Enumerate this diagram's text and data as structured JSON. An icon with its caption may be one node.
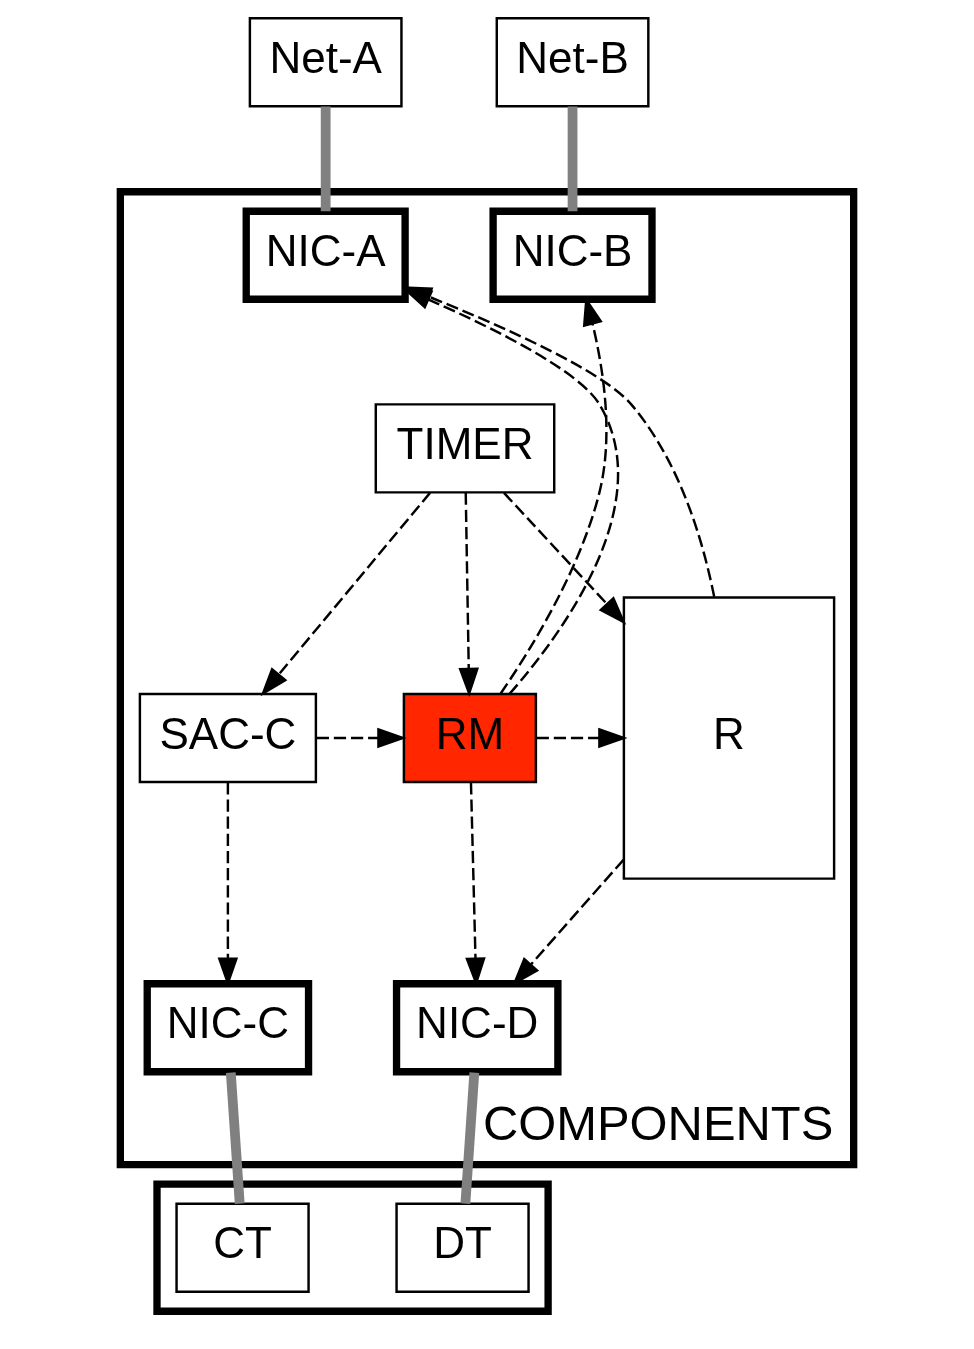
{
  "diagram": {
    "nodes": [
      {
        "text": [
          "Net-A"
        ]
      },
      {
        "text": [
          "Net-B"
        ]
      },
      {
        "text": [
          "COMPONENTS"
        ]
      },
      {
        "text": [
          "NIC-A"
        ],
        "in": 2
      },
      {
        "text": [
          "NIC-B"
        ],
        "in": 2
      },
      {
        "text": [
          "TIMER"
        ],
        "in": 2
      },
      {
        "text": [
          "SAC-C"
        ],
        "in": 2
      },
      {
        "text": [
          "RM"
        ],
        "in": 2
      },
      {
        "text": [
          "R"
        ],
        "in": 2
      },
      {
        "text": [
          "NIC-C"
        ],
        "in": 2
      },
      {
        "text": [
          "NIC-D"
        ],
        "in": 2
      },
      {
        "text": [],
        "shape": "box"
      },
      {
        "text": [
          "CT"
        ],
        "in": 11
      },
      {
        "text": [
          "DT"
        ],
        "in": 11
      }
    ],
    "edges": [
      {
        "from": 0,
        "to": 3,
        "arrow": "none",
        "style": "thick",
        "color": "#808080"
      },
      {
        "from": 1,
        "to": 4,
        "arrow": "none",
        "style": "thick",
        "color": "#808080"
      },
      {
        "from": 5,
        "to": 6,
        "arrow": "to",
        "style": "dashed"
      },
      {
        "from": 5,
        "to": 7,
        "arrow": "to",
        "style": "dashed"
      },
      {
        "from": 5,
        "to": 8,
        "arrow": "to",
        "style": "dashed"
      },
      {
        "from": 6,
        "to": 7,
        "arrow": "to",
        "style": "dashed"
      },
      {
        "from": 6,
        "to": 9,
        "arrow": "to",
        "style": "dashed"
      },
      {
        "from": 7,
        "to": 3,
        "arrow": "to",
        "style": "dashed"
      },
      {
        "from": 7,
        "to": 4,
        "arrow": "to",
        "style": "dashed"
      },
      {
        "from": 7,
        "to": 8,
        "arrow": "to",
        "style": "dashed"
      },
      {
        "from": 7,
        "to": 10,
        "arrow": "to",
        "style": "dashed"
      },
      {
        "from": 8,
        "to": 3,
        "arrow": "to",
        "style": "dashed"
      },
      {
        "from": 8,
        "to": 10,
        "arrow": "to",
        "style": "dashed"
      },
      {
        "from": 9,
        "to": 12,
        "arrow": "none",
        "style": "thick",
        "color": "#808080"
      },
      {
        "from": 10,
        "to": 13,
        "arrow": "none",
        "style": "thick",
        "color": "#808080"
      }
    ]
  }
}
